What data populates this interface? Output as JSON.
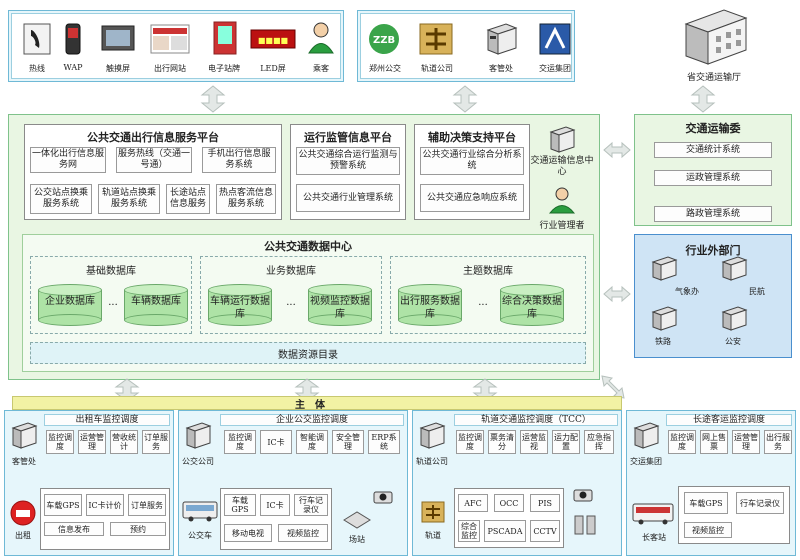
{
  "top_terminals": [
    "热线",
    "WAP",
    "触摸屏",
    "出行网站",
    "电子站牌",
    "LED屏",
    "乘客"
  ],
  "top_partners": [
    "郑州公交",
    "轨道公司",
    "客管处",
    "交运集团"
  ],
  "provincial": "省交通运输厅",
  "public_platform": {
    "title": "公共交通出行信息服务平台",
    "items": [
      "一体化出行信息服务网",
      "服务热线（交通一号通）",
      "手机出行信息服务系统",
      "公交站点换乘服务系统",
      "轨道站点换乘服务系统",
      "长途站点信息服务",
      "热点客流信息服务系统"
    ]
  },
  "ops_platform": {
    "title": "运行监管信息平台",
    "items": [
      "公共交通综合运行监测与预警系统",
      "公共交通行业管理系统"
    ]
  },
  "decision_platform": {
    "title": "辅助决策支持平台",
    "items": [
      "公共交通行业综合分析系统",
      "公共交通应急响应系统"
    ]
  },
  "center_labels": [
    "交通运输信息中心",
    "行业管理者"
  ],
  "data_center": {
    "title": "公共交通数据中心",
    "groups": [
      {
        "title": "基础数据库",
        "dbs": [
          "企业数据库",
          "车辆数据库"
        ]
      },
      {
        "title": "业务数据库",
        "dbs": [
          "车辆运行数据库",
          "视频监控数据库"
        ]
      },
      {
        "title": "主题数据库",
        "dbs": [
          "出行服务数据库",
          "综合决策数据库"
        ]
      }
    ],
    "catalog": "数据资源目录",
    "ellipsis": "···"
  },
  "transport_committee": {
    "title": "交通运输委",
    "items": [
      "交通统计系统",
      "运政管理系统",
      "路政管理系统"
    ]
  },
  "external": {
    "title": "行业外部门",
    "items": [
      "气象办",
      "民航",
      "铁路",
      "公安"
    ]
  },
  "subject_label": "主　体",
  "bottom_units": [
    {
      "owner": "客管处",
      "title": "出租车监控调度",
      "top": [
        "监控调度",
        "运营管理",
        "营收统计",
        "订单服务"
      ],
      "bottom": [
        "车载GPS",
        "IC卡计价",
        "订单服务",
        "信息发布",
        "预约"
      ],
      "vehicle": "出租"
    },
    {
      "owner": "公交公司",
      "title": "企业公交监控调度",
      "top": [
        "监控调度",
        "IC卡",
        "智能调度",
        "安全管理",
        "ERP系统"
      ],
      "bottom": [
        "车载GPS",
        "IC卡",
        "行车记录仪",
        "移动电视",
        "视频监控"
      ],
      "vehicle": "公交车",
      "extra": "场站"
    },
    {
      "owner": "轨道公司",
      "title": "轨道交通监控调度（TCC）",
      "top": [
        "监控调度",
        "票务清分",
        "运营监视",
        "运力配置",
        "应急指挥"
      ],
      "bottom": [
        "AFC",
        "OCC",
        "PIS",
        "综合监控",
        "PSCADA",
        "CCTV"
      ],
      "vehicle": "轨道"
    },
    {
      "owner": "交运集团",
      "title": "长途客运监控调度",
      "top": [
        "监控调度",
        "网上售票",
        "运营管理",
        "出行服务"
      ],
      "bottom": [
        "车载GPS",
        "行车记录仪",
        "视频监控"
      ],
      "vehicle": "长客站"
    }
  ],
  "colors": {
    "green": "#e9f6e3",
    "cyan": "#e6f6fb",
    "blue": "#cfe4f5",
    "subject_bar": "#f2f2a4"
  }
}
